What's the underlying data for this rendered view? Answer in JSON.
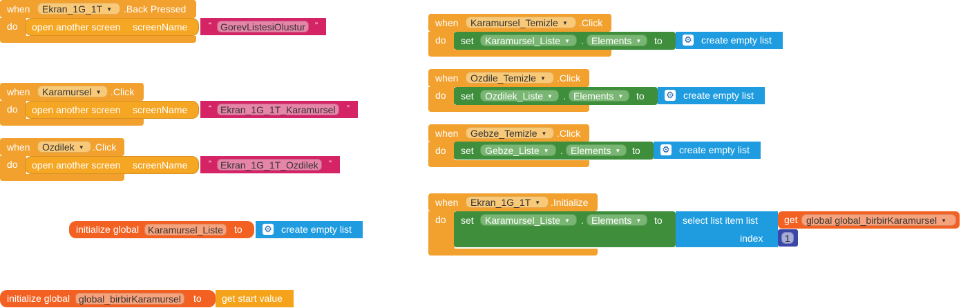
{
  "labels": {
    "when": "when",
    "do": "do",
    "open_screen": "open another screen",
    "screen_name": "screenName",
    "set": "set",
    "to": "to",
    "create_empty_list": "create empty list",
    "initialize_global": "initialize global",
    "select_list_item": "select list item  list",
    "index": "index",
    "get": "get",
    "get_start_value": "get start value",
    "open_quote": "“",
    "close_quote": "”",
    "dot": "."
  },
  "blocks": {
    "back_pressed": {
      "component": "Ekran_1G_1T",
      "event": ".Back Pressed",
      "screen": "GorevListesiOlustur"
    },
    "karamursel_click": {
      "component": "Karamursel",
      "event": ".Click",
      "screen": "Ekran_1G_1T_Karamursel"
    },
    "ozdilek_click": {
      "component": "Ozdilek",
      "event": ".Click",
      "screen": "Ekran_1G_1T_Ozdilek"
    },
    "init_karamursel_liste": {
      "name": "Karamursel_Liste"
    },
    "init_birbir": {
      "name": "global_birbirKaramursel"
    },
    "karamursel_temizle": {
      "component": "Karamursel_Temizle",
      "event": ".Click",
      "target": "Karamursel_Liste",
      "property": "Elements"
    },
    "ozdile_temizle": {
      "component": "Ozdile_Temizle",
      "event": ".Click",
      "target": "Ozdilek_Liste",
      "property": "Elements"
    },
    "gebze_temizle": {
      "component": "Gebze_Temizle",
      "event": ".Click",
      "target": "Gebze_Liste",
      "property": "Elements"
    },
    "initialize": {
      "component": "Ekran_1G_1T",
      "event": ".Initialize",
      "target": "Karamursel_Liste",
      "property": "Elements",
      "get_var": "global global_birbirKaramursel",
      "index_value": "1"
    }
  },
  "colors": {
    "event": "#f2a12f",
    "procedure": "#f5a623",
    "text": "#d42466",
    "list": "#1f9ce0",
    "setter": "#3f8e3c",
    "global": "#f26122",
    "math": "#3b47a8"
  }
}
